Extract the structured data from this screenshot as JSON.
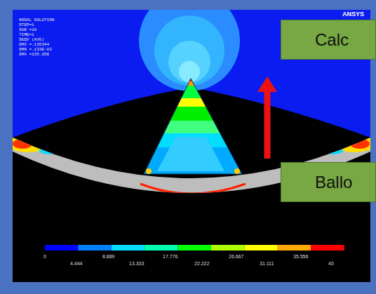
{
  "diagram": {
    "nodes": [
      {
        "text": [
          "Calc"
        ]
      },
      {
        "text": [
          "Ballo"
        ]
      }
    ],
    "labels": [
      "NODAL SOLUTION",
      "STEP=1",
      "SUB =10",
      "TIME=1",
      "SEQV (AVG)",
      "DMX =.135344",
      "SMN =.133E-03",
      "SMX =135.056",
      "ANSYS",
      "0",
      "4.444",
      "8.889",
      "13.333",
      "17.776",
      "22.222",
      "26.667",
      "31.111",
      "35.556",
      "40"
    ]
  }
}
